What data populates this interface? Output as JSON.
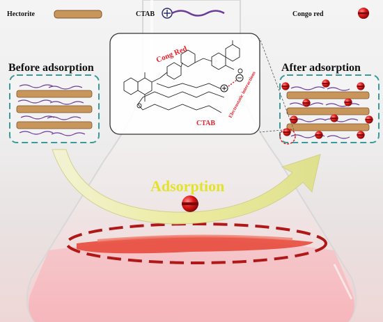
{
  "legend": {
    "hectorite": "Hectorite",
    "ctab": "CTAB",
    "congo_red": "Congo red"
  },
  "labels": {
    "before": "Before adsorption",
    "after": "After adsorption",
    "adsorption": "Adsorption",
    "cong_red": "Cong Red",
    "ctab_chain": "CTAB",
    "electrostatic": "Electrostatic interactions"
  },
  "colors": {
    "hectorite": "#c8955a",
    "ctab_chain": "#6a3d9a",
    "congo_red": "#e02020",
    "dashed_box": "#3a9a9a",
    "arrow": "#e6e6a8",
    "ellipse": "#b01818"
  }
}
